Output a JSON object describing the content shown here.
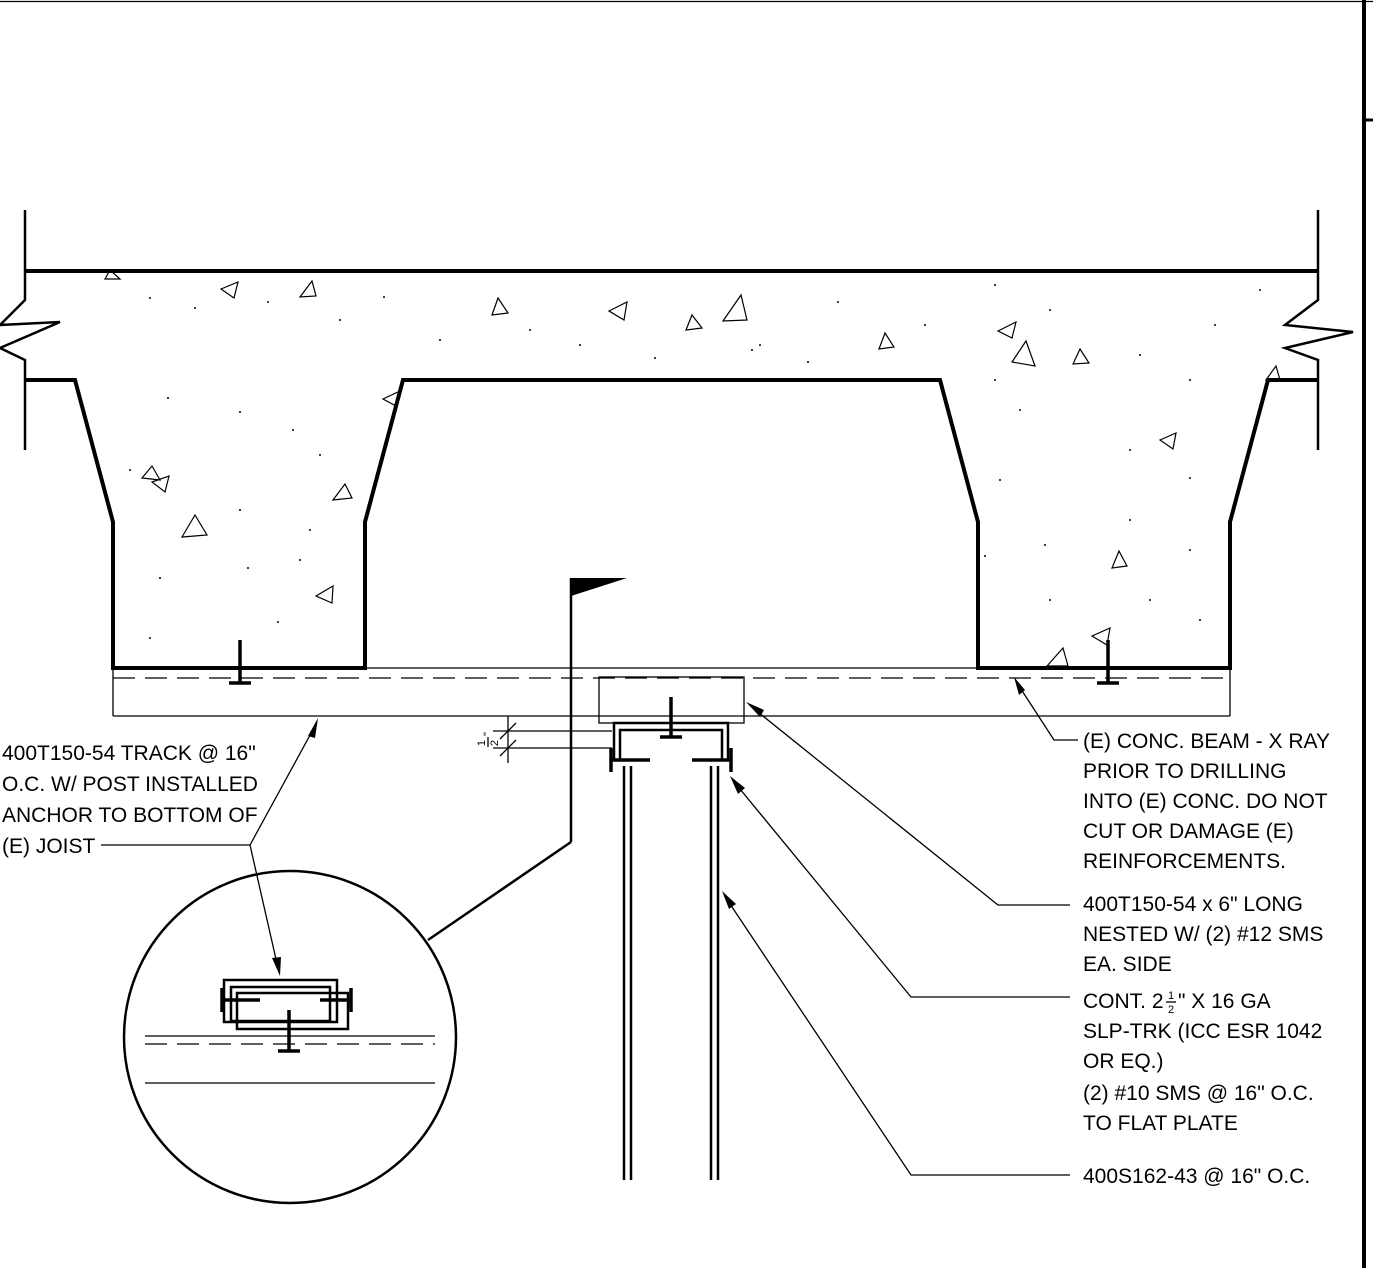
{
  "labels": {
    "track": [
      "400T150-54 TRACK @ 16\"",
      "O.C. W/ POST INSTALLED",
      "ANCHOR TO BOTTOM OF",
      "(E) JOIST"
    ],
    "beam": [
      "(E) CONC. BEAM - X RAY",
      "PRIOR TO DRILLING",
      "INTO (E) CONC. DO NOT",
      "CUT OR DAMAGE (E)",
      "REINFORCEMENTS."
    ],
    "nested": [
      "400T150-54 x 6\" LONG",
      "NESTED W/ (2) #12 SMS",
      "EA. SIDE"
    ],
    "slp": {
      "line1_a": "CONT. 2",
      "line1_frac_num": "1",
      "line1_frac_den": "2",
      "line1_b": "\" X 16 GA",
      "rest": [
        "SLP-TRK (ICC ESR 1042",
        "OR EQ.)",
        "(2) #10 SMS @ 16\" O.C.",
        "TO FLAT PLATE"
      ]
    },
    "stud": "400S162-43 @ 16\" O.C."
  },
  "dimension": {
    "num": "1",
    "den": "2",
    "unit": "\""
  },
  "colors": {
    "ink": "#000000",
    "paper": "#ffffff"
  }
}
